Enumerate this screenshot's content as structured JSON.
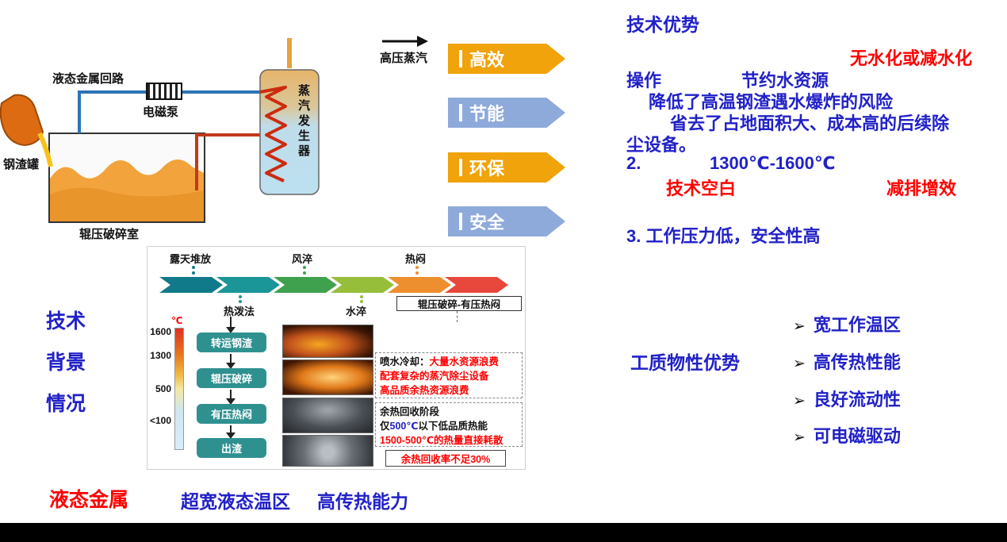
{
  "colors": {
    "accent_blue_text": "#2121c8",
    "accent_red_text": "#ff0000",
    "banner_orange": "#f0a30a",
    "banner_periwinkle": "#8eaadb",
    "flow_box_teal": "#2f9090",
    "chevron_colors": [
      "#117a8a",
      "#1b9698",
      "#3fa14d",
      "#97be3b",
      "#ee8f2f",
      "#e8483b"
    ]
  },
  "schematic": {
    "steam_out_label": "高压蒸汽",
    "loop_label": "液态金属回路",
    "pump_label": "电磁泵",
    "generator_label": "蒸汽发生器",
    "ladle_label": "钢渣罐",
    "chamber_label": "辊压破碎室"
  },
  "banners": [
    {
      "label": "高效"
    },
    {
      "label": "节能"
    },
    {
      "label": "环保"
    },
    {
      "label": "安全"
    }
  ],
  "advantages": {
    "title": "技术优势",
    "line1_red": "无水化或减水化",
    "line2_a": "操作",
    "line2_b": "节约水资源",
    "line3": "降低了高温钢渣遇水爆炸的风险",
    "line4": "省去了占地面积大、成本高的后续除",
    "line5": "尘设备。",
    "line6_num": "2.",
    "line6_temp": "1300℃-1600℃",
    "line7_a": "技术空白",
    "line7_b": "减排增效",
    "line8": "3. 工作压力低，安全性高"
  },
  "background_section": {
    "labels": [
      "技术",
      "背景",
      "情况"
    ]
  },
  "process": {
    "top_labels": [
      "露天堆放",
      "风淬",
      "热闷"
    ],
    "bottom_labels": [
      "热泼法",
      "水淬"
    ],
    "boxed_label": "辊压破碎-有压热闷",
    "temp_unit": "℃",
    "temp_ticks": [
      "1600",
      "1300",
      "500",
      "<100"
    ],
    "flow_steps": [
      "转运钢渣",
      "辊压破碎",
      "有压热闷",
      "出渣"
    ],
    "note1_label": "喷水冷却：",
    "note1_red1": "大量水资源浪费",
    "note1_red2": "配套复杂的蒸汽除尘设备",
    "note1_red3": "高品质余热资源浪费",
    "note2_line1": "余热回收阶段",
    "note2_line2_a": "仅",
    "note2_line2_b": "500℃",
    "note2_line2_c": "以下低品质热能",
    "note2_line3": "1500-500℃的热量直接耗散",
    "note3": "余热回收率不足30%"
  },
  "workfluid": {
    "title": "工质物性优势",
    "bullet": "➢",
    "items": [
      "宽工作温区",
      "高传热性能",
      "良好流动性",
      "可电磁驱动"
    ]
  },
  "footer": {
    "red_label": "液态金属",
    "feature1": "超宽液态温区",
    "feature2": "高传热能力"
  }
}
